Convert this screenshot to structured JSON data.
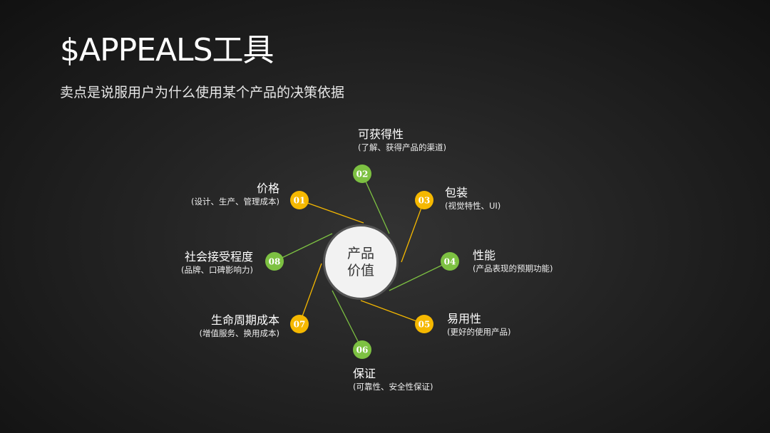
{
  "header": {
    "title": "$APPEALS工具",
    "subtitle": "卖点是说服用户为什么使用某个产品的决策依据"
  },
  "center": {
    "line1": "产品",
    "line2": "价值"
  },
  "colors": {
    "yellow": "#f5b800",
    "green": "#7dc142"
  },
  "items": [
    {
      "num": "01",
      "title": "价格",
      "desc": "(设计、生产、管理成本)",
      "color": "yellow"
    },
    {
      "num": "02",
      "title": "可获得性",
      "desc": "(了解、获得产品的渠道)",
      "color": "green"
    },
    {
      "num": "03",
      "title": "包装",
      "desc": "(视觉特性、UI)",
      "color": "yellow"
    },
    {
      "num": "04",
      "title": "性能",
      "desc": "(产品表现的预期功能)",
      "color": "green"
    },
    {
      "num": "05",
      "title": "易用性",
      "desc": "(更好的使用产品)",
      "color": "yellow"
    },
    {
      "num": "06",
      "title": "保证",
      "desc": "(可靠性、安全性保证)",
      "color": "green"
    },
    {
      "num": "07",
      "title": "生命周期成本",
      "desc": "(增值服务、换用成本)",
      "color": "yellow"
    },
    {
      "num": "08",
      "title": "社会接受程度",
      "desc": "(品牌、口碑影响力)",
      "color": "green"
    }
  ]
}
